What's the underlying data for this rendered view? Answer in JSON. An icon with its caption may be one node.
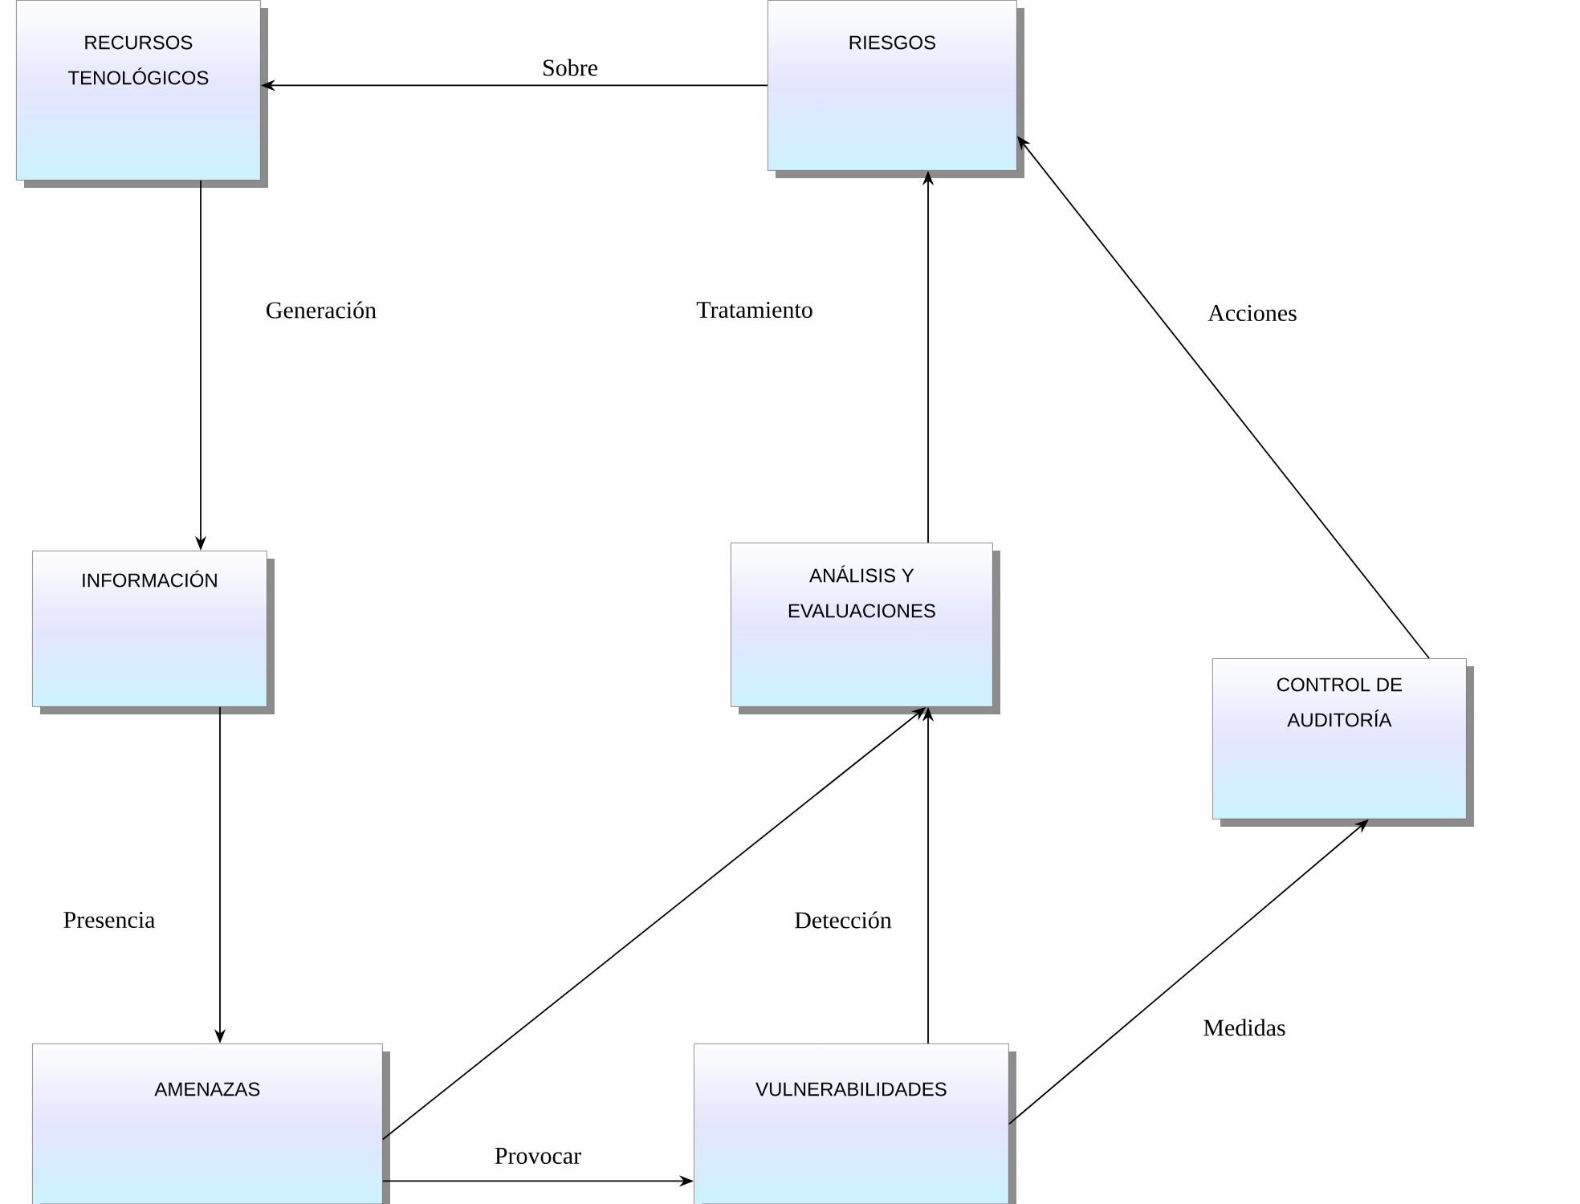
{
  "diagram": {
    "nodes": [
      {
        "text": [
          "RECURSOS TENOLÓGICOS"
        ]
      },
      {
        "text": [
          "RIESGOS"
        ]
      },
      {
        "text": [
          "INFORMACIÓN"
        ]
      },
      {
        "text": [
          "ANÁLISIS Y EVALUACIONES"
        ]
      },
      {
        "text": [
          "CONTROL DE AUDITORÍA"
        ]
      },
      {
        "text": [
          "AMENAZAS"
        ]
      },
      {
        "text": [
          "VULNERABILIDADES"
        ]
      }
    ],
    "edges": [
      {
        "from": 1,
        "to": 0,
        "arrow": "to",
        "label": "Sobre"
      },
      {
        "from": 0,
        "to": 2,
        "arrow": "to",
        "label": "Generación"
      },
      {
        "from": 3,
        "to": 1,
        "arrow": "to",
        "label": "Tratamiento"
      },
      {
        "from": 4,
        "to": 1,
        "arrow": "to",
        "label": "Acciones"
      },
      {
        "from": 2,
        "to": 5,
        "arrow": "to",
        "label": "Presencia"
      },
      {
        "from": 6,
        "to": 3,
        "arrow": "to",
        "label": "Detección"
      },
      {
        "from": 5,
        "to": 3,
        "arrow": "to"
      },
      {
        "from": 5,
        "to": 6,
        "arrow": "to",
        "label": "Provocar"
      },
      {
        "from": 6,
        "to": 4,
        "arrow": "to",
        "label": "Medidas"
      }
    ]
  }
}
